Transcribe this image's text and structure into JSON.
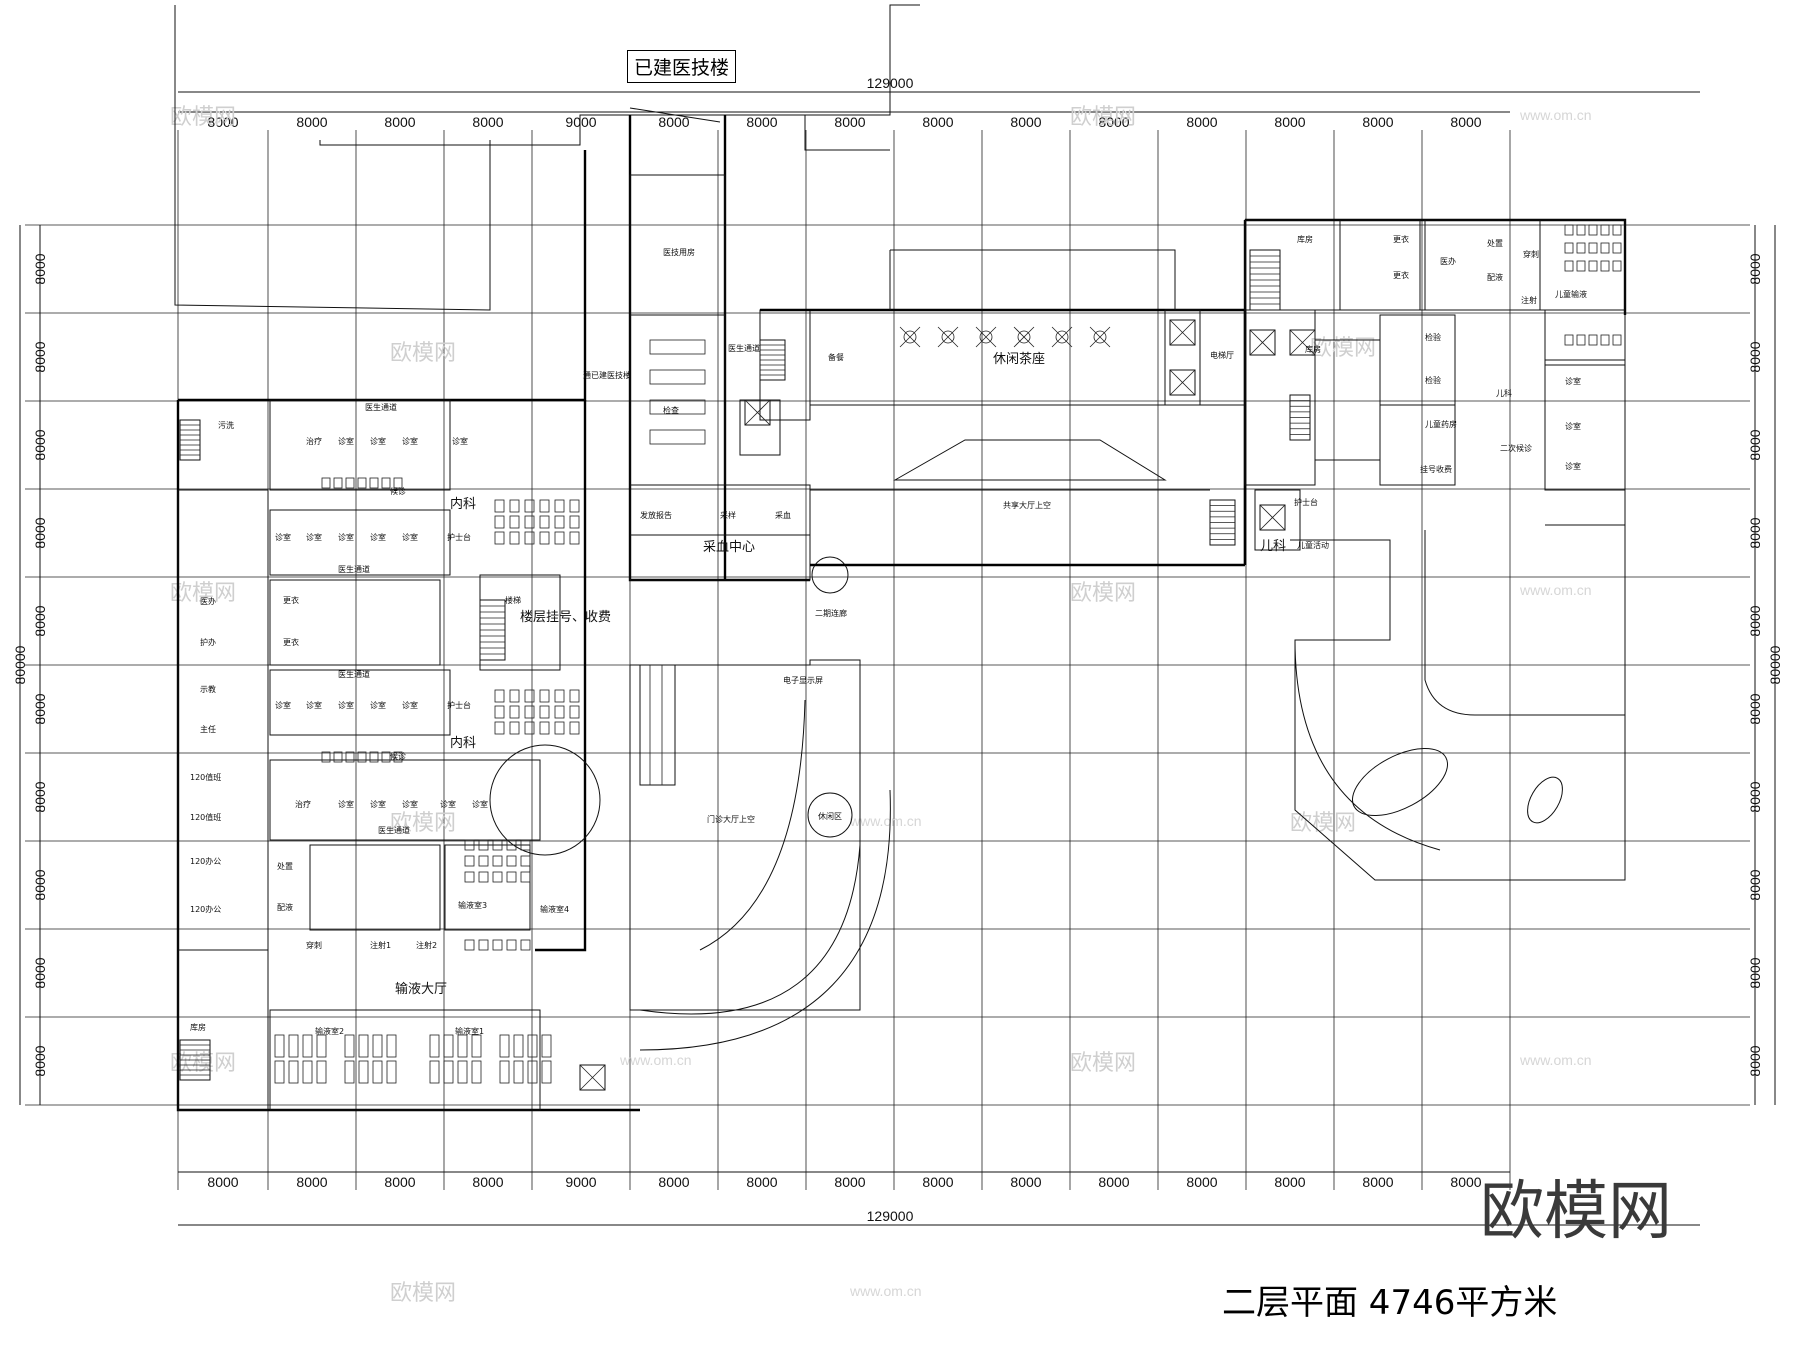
{
  "title": "二层平面 4746平方米",
  "existing_building": "已建医技楼",
  "brand_watermark": "欧模网",
  "watermark_text": "欧模网",
  "watermark_url": "www.om.cn",
  "dimensions": {
    "total_width": "129000",
    "total_depth": "80000",
    "bays_top": [
      "8000",
      "8000",
      "8000",
      "8000",
      "9000",
      "8000",
      "8000",
      "8000",
      "8000",
      "8000",
      "8000",
      "8000",
      "8000",
      "8000",
      "8000"
    ],
    "bays_bottom": [
      "8000",
      "8000",
      "8000",
      "8000",
      "9000",
      "8000",
      "8000",
      "8000",
      "8000",
      "8000",
      "8000",
      "8000",
      "8000",
      "8000",
      "8000"
    ],
    "bays_left": [
      "8000",
      "8000",
      "8000",
      "8000",
      "8000",
      "8000",
      "8000",
      "8000",
      "8000",
      "8000"
    ],
    "bays_right": [
      "8000",
      "8000",
      "8000",
      "8000",
      "8000",
      "8000",
      "8000",
      "8000",
      "8000",
      "8000"
    ]
  },
  "rooms": {
    "wash": "污洗",
    "treatment": "治疗",
    "consult": "诊室",
    "doctor_corridor": "医生通道",
    "waiting": "候诊",
    "internal_medicine": "内科",
    "nurse_station": "护士台",
    "changing": "更衣",
    "doctor_office": "医办",
    "nurse_office": "护办",
    "teaching": "示教",
    "director": "主任",
    "duty_120": "120值班",
    "office_120": "120办公",
    "disposal": "处置",
    "dispensing": "配液",
    "piercing": "穿刺",
    "injection1": "注射1",
    "injection2": "注射2",
    "infusion_hall": "输液大厅",
    "infusion1": "输液室1",
    "infusion2": "输液室2",
    "infusion3": "输液室3",
    "infusion4": "输液室4",
    "storage": "库房",
    "floor_register": "楼层挂号、收费",
    "stairs": "楼梯",
    "doctor_room": "医技用房",
    "link_existing": "通已建医技楼",
    "check": "检查",
    "report": "发放报告",
    "sampling": "采样",
    "blood_draw": "采血",
    "blood_center": "采血中心",
    "meal_prep": "备餐",
    "tea_lounge": "休闲茶座",
    "elevator_hall": "电梯厅",
    "shared_void": "共享大厅上空",
    "outpatient_void": "门诊大厅上空",
    "screen": "电子显示屏",
    "rest_area": "休闲区",
    "phase2_link": "二期连廊",
    "pediatrics": "儿科",
    "child_activity": "儿童活动",
    "child_infusion": "儿童输液",
    "child_pharmacy": "儿童药房",
    "register_fee": "挂号收费",
    "lab": "检验",
    "disposal_room": "处置",
    "injection": "注射",
    "second_wait": "二次候诊"
  }
}
